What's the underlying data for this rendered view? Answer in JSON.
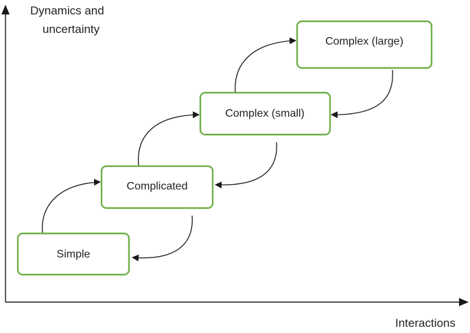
{
  "axes": {
    "y_label_line1": "Dynamics and",
    "y_label_line2": "uncertainty",
    "x_label": "Interactions"
  },
  "nodes": {
    "simple": "Simple",
    "complicated": "Complicated",
    "complex_small": "Complex (small)",
    "complex_large": "Complex (large)"
  },
  "colors": {
    "box_border": "#70b04a",
    "arrow": "#1a1a1a"
  }
}
